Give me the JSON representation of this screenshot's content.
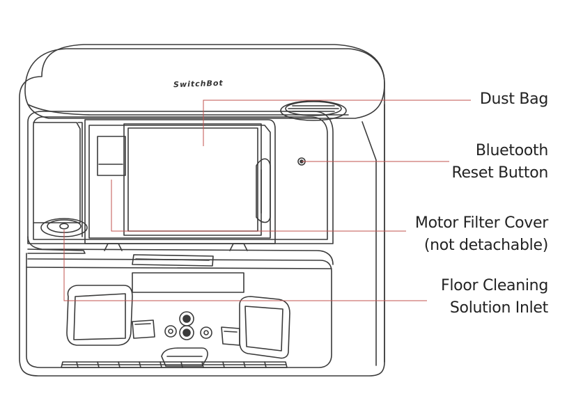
{
  "brand": "SwitchBot",
  "callouts": [
    {
      "id": "dust-bag",
      "lines": [
        "Dust Bag"
      ]
    },
    {
      "id": "bluetooth-reset-button",
      "lines": [
        "Bluetooth",
        "Reset Button"
      ]
    },
    {
      "id": "motor-filter-cover",
      "lines": [
        "Motor Filter Cover",
        "(not detachable)"
      ]
    },
    {
      "id": "floor-cleaning-solution-inlet",
      "lines": [
        "Floor Cleaning",
        "Solution Inlet"
      ]
    }
  ],
  "colors": {
    "leader_line": "#c0504d",
    "outline": "#3a3a3a",
    "text": "#222222"
  }
}
